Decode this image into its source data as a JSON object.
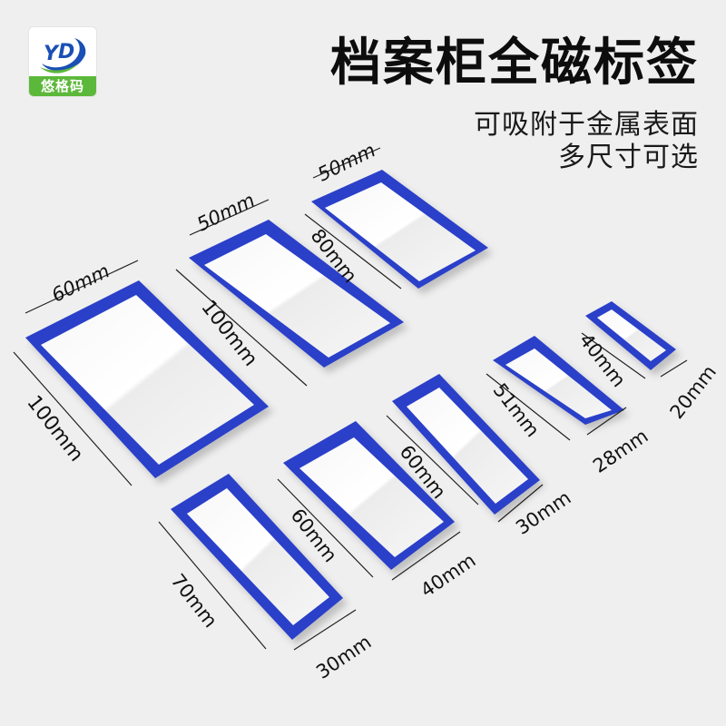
{
  "brand": {
    "logo_text": "悠格码",
    "logo_letters": "YD",
    "colors": {
      "blue": "#1a4fb5",
      "green": "#5cb83a"
    }
  },
  "header": {
    "title": "档案柜全磁标签",
    "subtitle_line1": "可吸附于金属表面",
    "subtitle_line2": "多尺寸可选"
  },
  "colors": {
    "frame_blue": "#2b3fc9",
    "background": "#efefef"
  },
  "labels": [
    {
      "id": "label-60x100",
      "width": "60mm",
      "length": "100mm"
    },
    {
      "id": "label-50x100",
      "width": "50mm",
      "length": "100mm"
    },
    {
      "id": "label-50x80",
      "width": "50mm",
      "length": "80mm"
    },
    {
      "id": "label-30x70",
      "width": "30mm",
      "length": "70mm"
    },
    {
      "id": "label-40x60",
      "width": "40mm",
      "length": "60mm"
    },
    {
      "id": "label-30x60",
      "width": "30mm",
      "length": "60mm"
    },
    {
      "id": "label-28x51",
      "width": "28mm",
      "length": "51mm"
    },
    {
      "id": "label-20x40",
      "width": "20mm",
      "length": "40mm"
    }
  ]
}
